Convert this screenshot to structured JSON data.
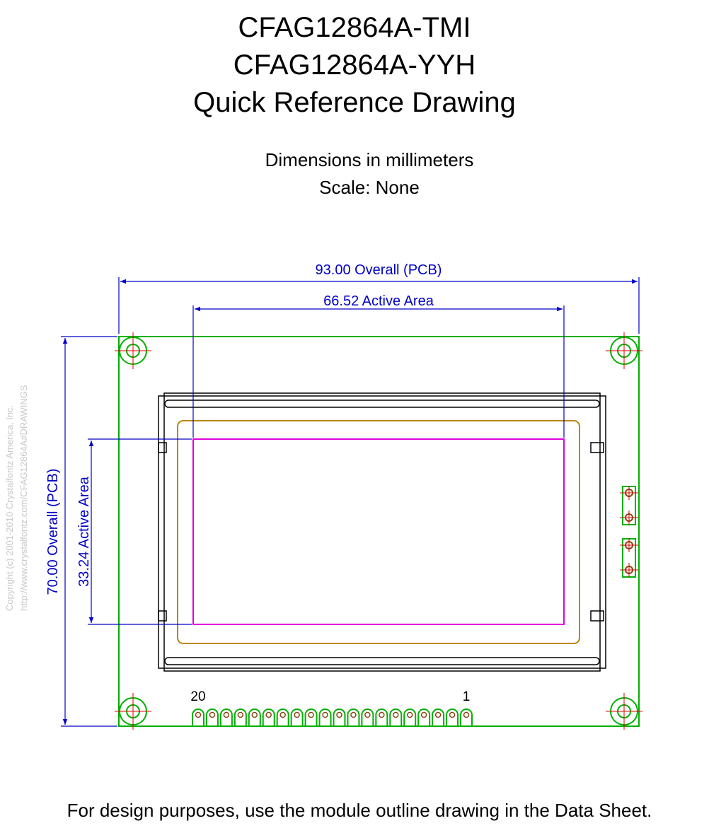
{
  "header": {
    "line1": "CFAG12864A-TMI",
    "line2": "CFAG12864A-YYH",
    "line3": "Quick Reference Drawing"
  },
  "notes": {
    "units": "Dimensions in millimeters",
    "scale": "Scale: None"
  },
  "dimensions": {
    "overall_width": "93.00 Overall (PCB)",
    "active_width": "66.52 Active Area",
    "overall_height": "70.00 Overall (PCB)",
    "active_height": "33.24 Active Area"
  },
  "pins": {
    "left_label": "20",
    "right_label": "1",
    "count": 20
  },
  "copyright": {
    "line1": "Copyright (c) 2001-2010 Crystalfontz America, Inc.",
    "line2": "http://www.crystalfontz.com/CFAG12864A#DRAWINGS"
  },
  "footer": "For design purposes, use the module outline drawing in the Data Sheet.",
  "colors": {
    "pcb_outline": "#00b000",
    "dimension": "#0000c8",
    "active_area": "#e000e0",
    "viewing_area": "#b8860b",
    "center_mark": "#e00000",
    "bezel": "#000000"
  }
}
